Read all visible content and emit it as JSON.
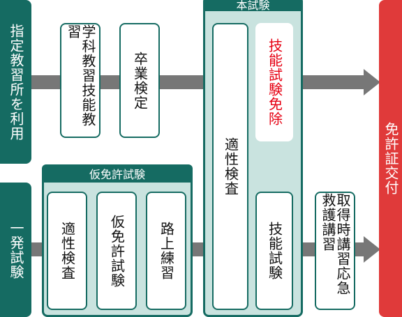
{
  "left_labels": {
    "top": "指定教習所を利用",
    "bottom": "一発試験"
  },
  "main_exam": {
    "header": "本試験",
    "aptitude": "適性検査",
    "skill_exempt": "技能試験免除",
    "skill_test": "技能試験"
  },
  "top_route": {
    "academic_skill": "学科教習技能教習",
    "graduation": "卒業検定"
  },
  "provisional": {
    "header": "仮免許試験",
    "aptitude": "適性検査",
    "provisional_test": "仮免許試験",
    "road_practice": "路上練習"
  },
  "acquisition_course": "取得時講習応急救護講習",
  "final": "免許証交付",
  "colors": {
    "teal": "#156b62",
    "light_teal": "#c9e3df",
    "red_accent": "#e03a3a",
    "red_text": "#e60012",
    "arrow": "#777777"
  }
}
